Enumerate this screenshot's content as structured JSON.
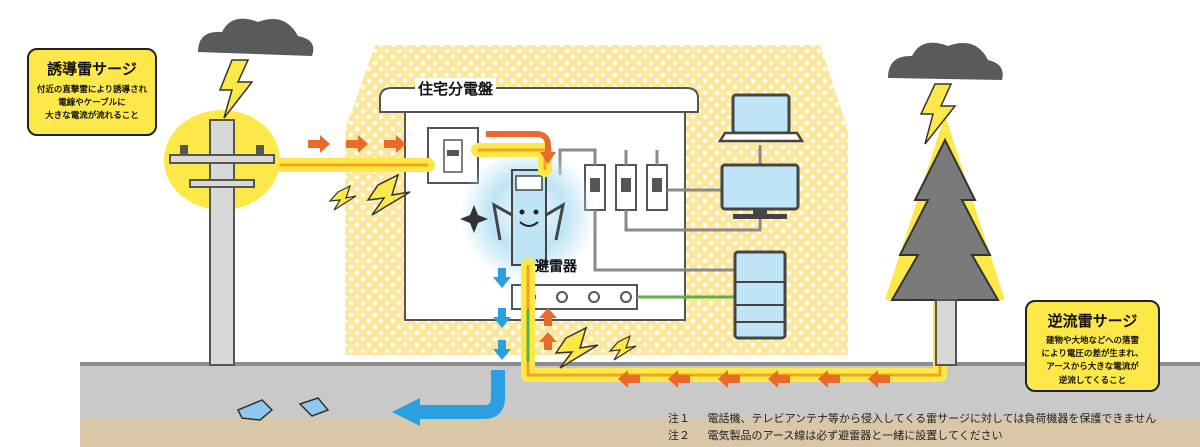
{
  "labels": {
    "panel": "住宅分電盤",
    "arrester": "避雷器"
  },
  "induced_surge": {
    "title": "誘導雷サージ",
    "lines": [
      "付近の直撃雷により誘導され",
      "電線やケーブルに",
      "大きな電流が流れること"
    ]
  },
  "reverse_surge": {
    "title": "逆流雷サージ",
    "lines": [
      "建物や大地などへの落雷",
      "により電圧の差が生まれ、",
      "アースから大きな電流が",
      "逆流してくること"
    ]
  },
  "notes": [
    {
      "mark": "注１",
      "text": "電話機、テレビアンテナ等から侵入してくる雷サージに対しては負荷機器を保護できません"
    },
    {
      "mark": "注２",
      "text": "電気製品のアース線は必ず避雷器と一緒に設置してください"
    }
  ],
  "colors": {
    "surge_yellow": "#fde84a",
    "arrow_orange": "#ea6a2a",
    "arrow_blue": "#2aa0e0",
    "sky_blue": "#bfe4f6",
    "ground_gray": "#c9c9c9",
    "soil_tan": "#d9c7a7",
    "earth_green": "#5db247"
  },
  "icons": [
    "storm-cloud-icon",
    "lightning-bolt-icon",
    "utility-pole-icon",
    "house-icon",
    "laptop-icon",
    "monitor-icon",
    "refrigerator-icon",
    "tree-icon",
    "breaker-icon",
    "surge-arrester-icon"
  ]
}
